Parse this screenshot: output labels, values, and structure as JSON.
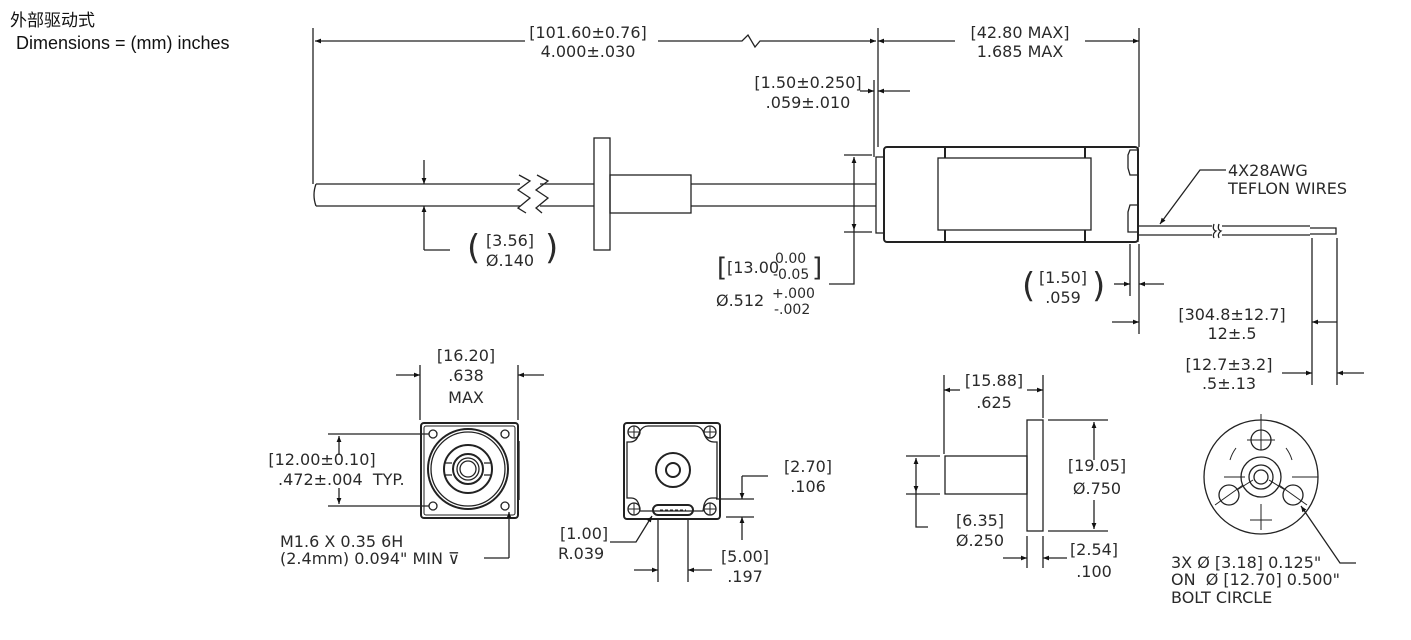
{
  "header": {
    "title_cn": "外部驱动式",
    "units_note": "Dimensions = (mm) inches"
  },
  "side_view": {
    "overall_length": {
      "mm": "[101.60±0.76]",
      "in": "4.000±.030"
    },
    "body_length": {
      "mm": "[42.80 MAX]",
      "in": "1.685 MAX"
    },
    "pilot_length": {
      "mm": "[1.50±0.250]",
      "in": ".059±.010"
    },
    "screw_diameter": {
      "mm": "[3.56]",
      "in": "Ø.140"
    },
    "pilot_diameter": {
      "mm_base": "[13.00",
      "mm_tol_plus": "0.00",
      "mm_tol_minus": "-0.05",
      "mm_close": "]",
      "in_base": "Ø.512",
      "in_tol_plus": "+.000",
      "in_tol_minus": "-.002"
    },
    "endcap_thickness": {
      "mm": "[1.50]",
      "in": ".059"
    },
    "wires_label": {
      "line1": "4X28AWG",
      "line2": "TEFLON WIRES"
    },
    "wire_length": {
      "mm": "[304.8±12.7]",
      "in": "12±.5"
    },
    "wire_strip": {
      "mm": "[12.7±3.2]",
      "in": ".5±.13"
    }
  },
  "front_view": {
    "width": {
      "mm": "[16.20]",
      "in": ".638",
      "note": "MAX"
    },
    "hole_spacing": {
      "mm": "[12.00±0.10]",
      "in": ".472±.004  TYP."
    },
    "thread_note": {
      "line1": "M1.6 X 0.35 6H",
      "line2": "(2.4mm) 0.094\" MIN ⊽"
    }
  },
  "rear_view": {
    "slot_offset": {
      "mm": "[2.70]",
      "in": ".106"
    },
    "slot_radius": {
      "mm": "[1.00]",
      "in": "R.039"
    },
    "slot_width": {
      "mm": "[5.00]",
      "in": ".197"
    }
  },
  "nut_side_view": {
    "length": {
      "mm": "[15.88]",
      "in": ".625"
    },
    "flange_diameter": {
      "mm": "[19.05]",
      "in": "Ø.750"
    },
    "body_diameter": {
      "mm": "[6.35]",
      "in": "Ø.250"
    },
    "flange_thickness": {
      "mm": "[2.54]",
      "in": ".100"
    }
  },
  "nut_front_view": {
    "hole_note": {
      "line1": "3X Ø [3.18] 0.125\"",
      "line2": "ON  Ø [12.70] 0.500\"",
      "line3": "BOLT CIRCLE"
    }
  }
}
